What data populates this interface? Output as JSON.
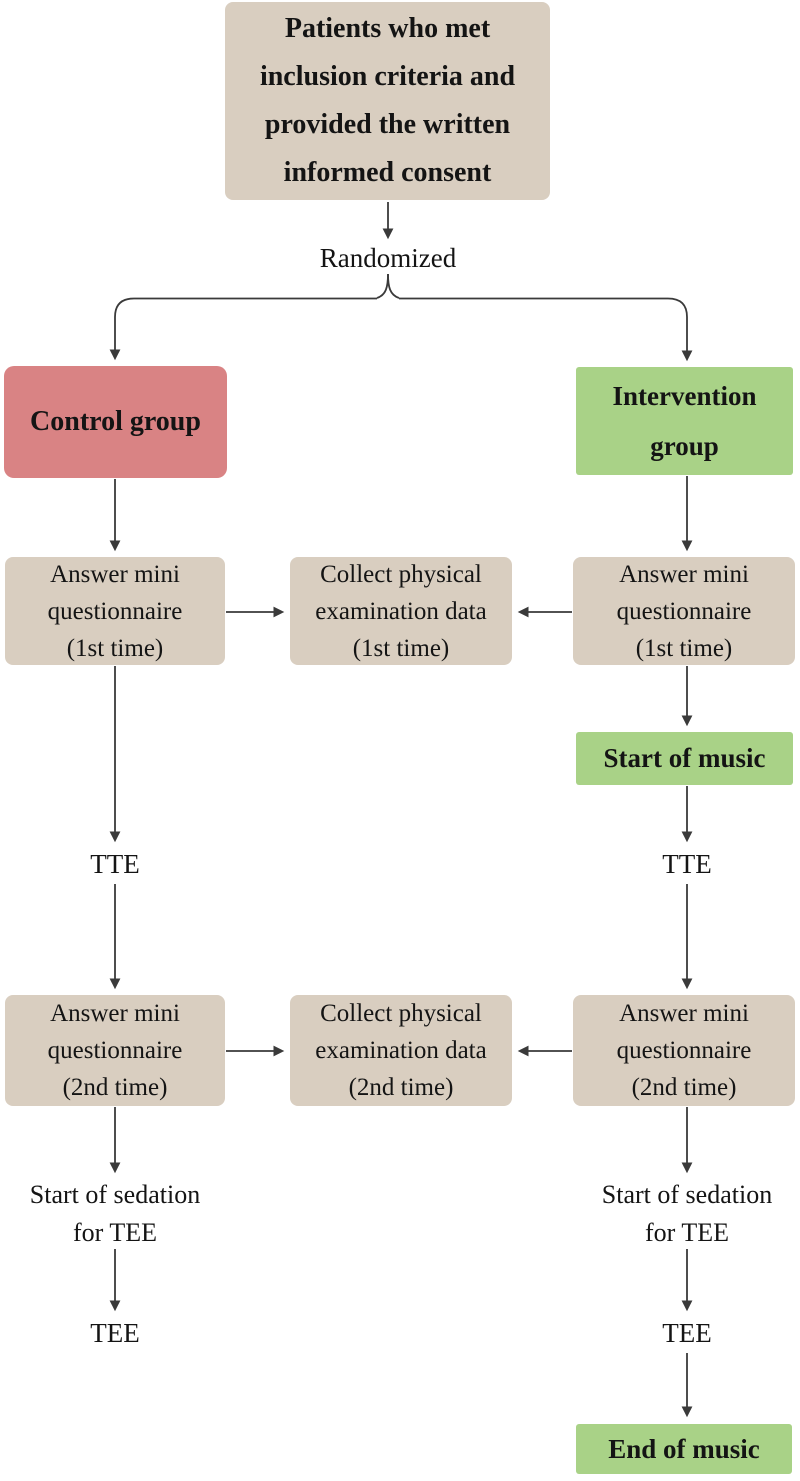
{
  "colors": {
    "tan": "#d9cec0",
    "red": "#d98384",
    "green": "#a9d287",
    "line": "#3a3a3a",
    "text": "#141414",
    "background": "#ffffff"
  },
  "nodes": {
    "patients": "Patients who met\ninclusion criteria and\nprovided the written\ninformed consent",
    "randomized": "Randomized",
    "control_group": "Control group",
    "intervention_group": "Intervention\ngroup",
    "answer_q1_left": "Answer mini\nquestionnaire\n(1st time)",
    "collect_1": "Collect physical\nexamination data\n(1st time)",
    "answer_q1_right": "Answer mini\nquestionnaire\n(1st time)",
    "start_music": "Start of music",
    "tte_left": "TTE",
    "tte_right": "TTE",
    "answer_q2_left": "Answer mini\nquestionnaire\n(2nd time)",
    "collect_2": "Collect physical\nexamination data\n(2nd time)",
    "answer_q2_right": "Answer mini\nquestionnaire\n(2nd time)",
    "sedation_left": "Start of sedation\nfor TEE",
    "sedation_right": "Start of sedation\nfor TEE",
    "tee_left": "TEE",
    "tee_right": "TEE",
    "end_music": "End of music"
  }
}
